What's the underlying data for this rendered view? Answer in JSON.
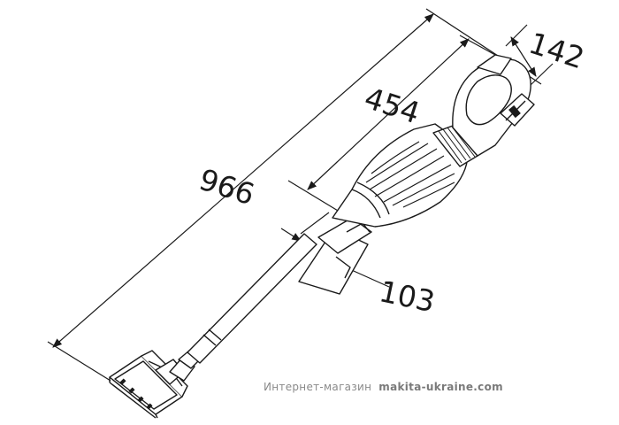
{
  "dimensions": {
    "total_length": "966",
    "body_length": "454",
    "handle_width": "142",
    "tube_width": "103"
  },
  "watermark": {
    "label": "Интернет-магазин",
    "site": "makita-ukraine.com"
  }
}
